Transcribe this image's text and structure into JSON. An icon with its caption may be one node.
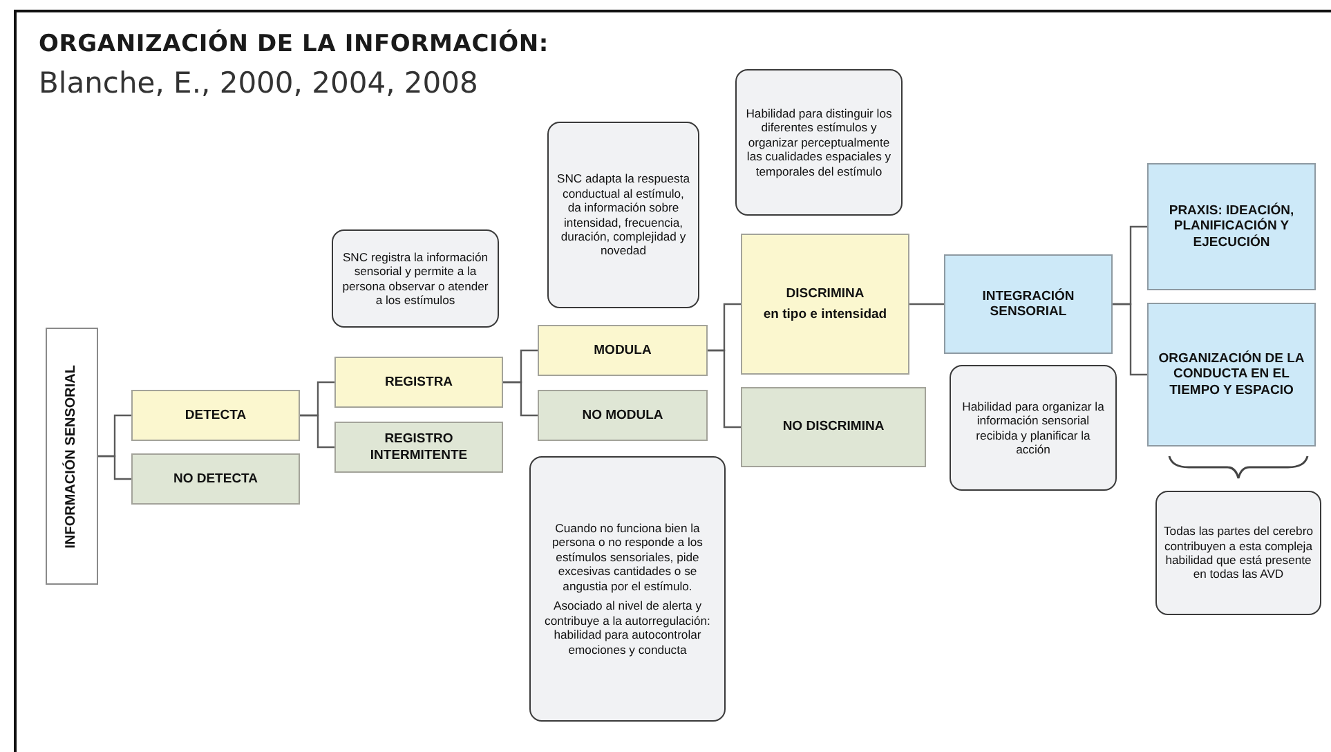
{
  "diagram": {
    "title": "ORGANIZACIÓN DE LA INFORMACIÓN:",
    "nodes": [
      {
        "text": [
          "INFORMACIÓN SENSORIAL"
        ]
      },
      {
        "text": [
          "DETECTA"
        ]
      },
      {
        "text": [
          "NO DETECTA"
        ]
      },
      {
        "text": [
          "REGISTRA"
        ]
      },
      {
        "text": [
          "REGISTRO INTERMITENTE"
        ]
      },
      {
        "text": [
          "MODULA"
        ]
      },
      {
        "text": [
          "NO MODULA"
        ]
      },
      {
        "text": [
          "DISCRIMINA",
          "en tipo e intensidad"
        ]
      },
      {
        "text": [
          "NO DISCRIMINA"
        ]
      },
      {
        "text": [
          "INTEGRACIÓN SENSORIAL"
        ]
      },
      {
        "text": [
          "PRAXIS: IDEACIÓN, PLANIFICACIÓN Y EJECUCIÓN"
        ]
      },
      {
        "text": [
          "ORGANIZACIÓN DE LA CONDUCTA EN EL TIEMPO Y ESPACIO"
        ]
      },
      {
        "text": [
          "SNC registra la información sensorial y permite a la persona observar o atender a los estímulos"
        ]
      },
      {
        "text": [
          "SNC adapta la respuesta conductual al estímulo, da información sobre intensidad, frecuencia, duración, complejidad y novedad"
        ]
      },
      {
        "text": [
          "Habilidad para distinguir los diferentes estímulos y organizar perceptualmente las cualidades espaciales y temporales del estímulo"
        ]
      },
      {
        "text": [
          "Habilidad para organizar la información sensorial recibida y planificar la acción"
        ]
      },
      {
        "text": [
          "Cuando no funciona bien la persona o no responde a los estímulos sensoriales, pide excesivas cantidades o se angustia por el estímulo.",
          "Asociado al nivel de alerta y contribuye a la autorregulación: habilidad para autocontrolar emociones y conducta"
        ]
      },
      {
        "text": [
          "Todas las partes del cerebro contribuyen a esta compleja habilidad que está presente en todas las AVD"
        ]
      }
    ],
    "edges": [
      {
        "from": 0,
        "to": 1,
        "arrow": "none"
      },
      {
        "from": 0,
        "to": 2,
        "arrow": "none"
      },
      {
        "from": 1,
        "to": 3,
        "arrow": "none"
      },
      {
        "from": 1,
        "to": 4,
        "arrow": "none"
      },
      {
        "from": 3,
        "to": 5,
        "arrow": "none"
      },
      {
        "from": 3,
        "to": 6,
        "arrow": "none"
      },
      {
        "from": 5,
        "to": 7,
        "arrow": "none"
      },
      {
        "from": 5,
        "to": 8,
        "arrow": "none"
      },
      {
        "from": 7,
        "to": 9,
        "arrow": "none"
      },
      {
        "from": 9,
        "to": 10,
        "arrow": "none"
      },
      {
        "from": 9,
        "to": 11,
        "arrow": "none"
      }
    ],
    "labels": [
      "Blanche, E., 2000, 2004, 2008"
    ]
  }
}
